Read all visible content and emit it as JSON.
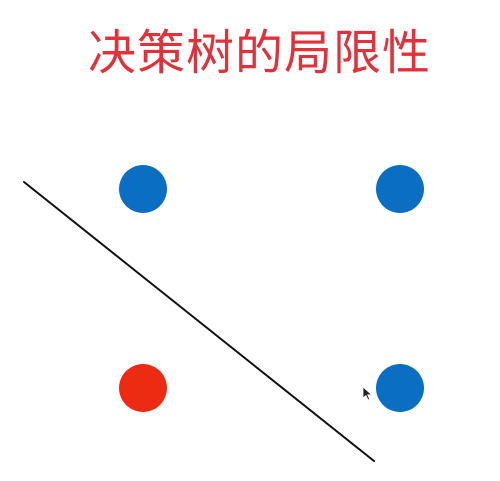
{
  "title": "决策树的局限性",
  "colors": {
    "title": "#e0323a",
    "class_a": "#0a6fc2",
    "class_b": "#ec2b12",
    "boundary_line": "#111111",
    "background": "#ffffff"
  },
  "diagram": {
    "points": [
      {
        "id": "top-left",
        "class": "class_a"
      },
      {
        "id": "top-right",
        "class": "class_a"
      },
      {
        "id": "bottom-left",
        "class": "class_b"
      },
      {
        "id": "bottom-right",
        "class": "class_a"
      }
    ],
    "boundary": {
      "kind": "diagonal-line"
    },
    "cursor": {
      "shape": "arrow"
    }
  }
}
